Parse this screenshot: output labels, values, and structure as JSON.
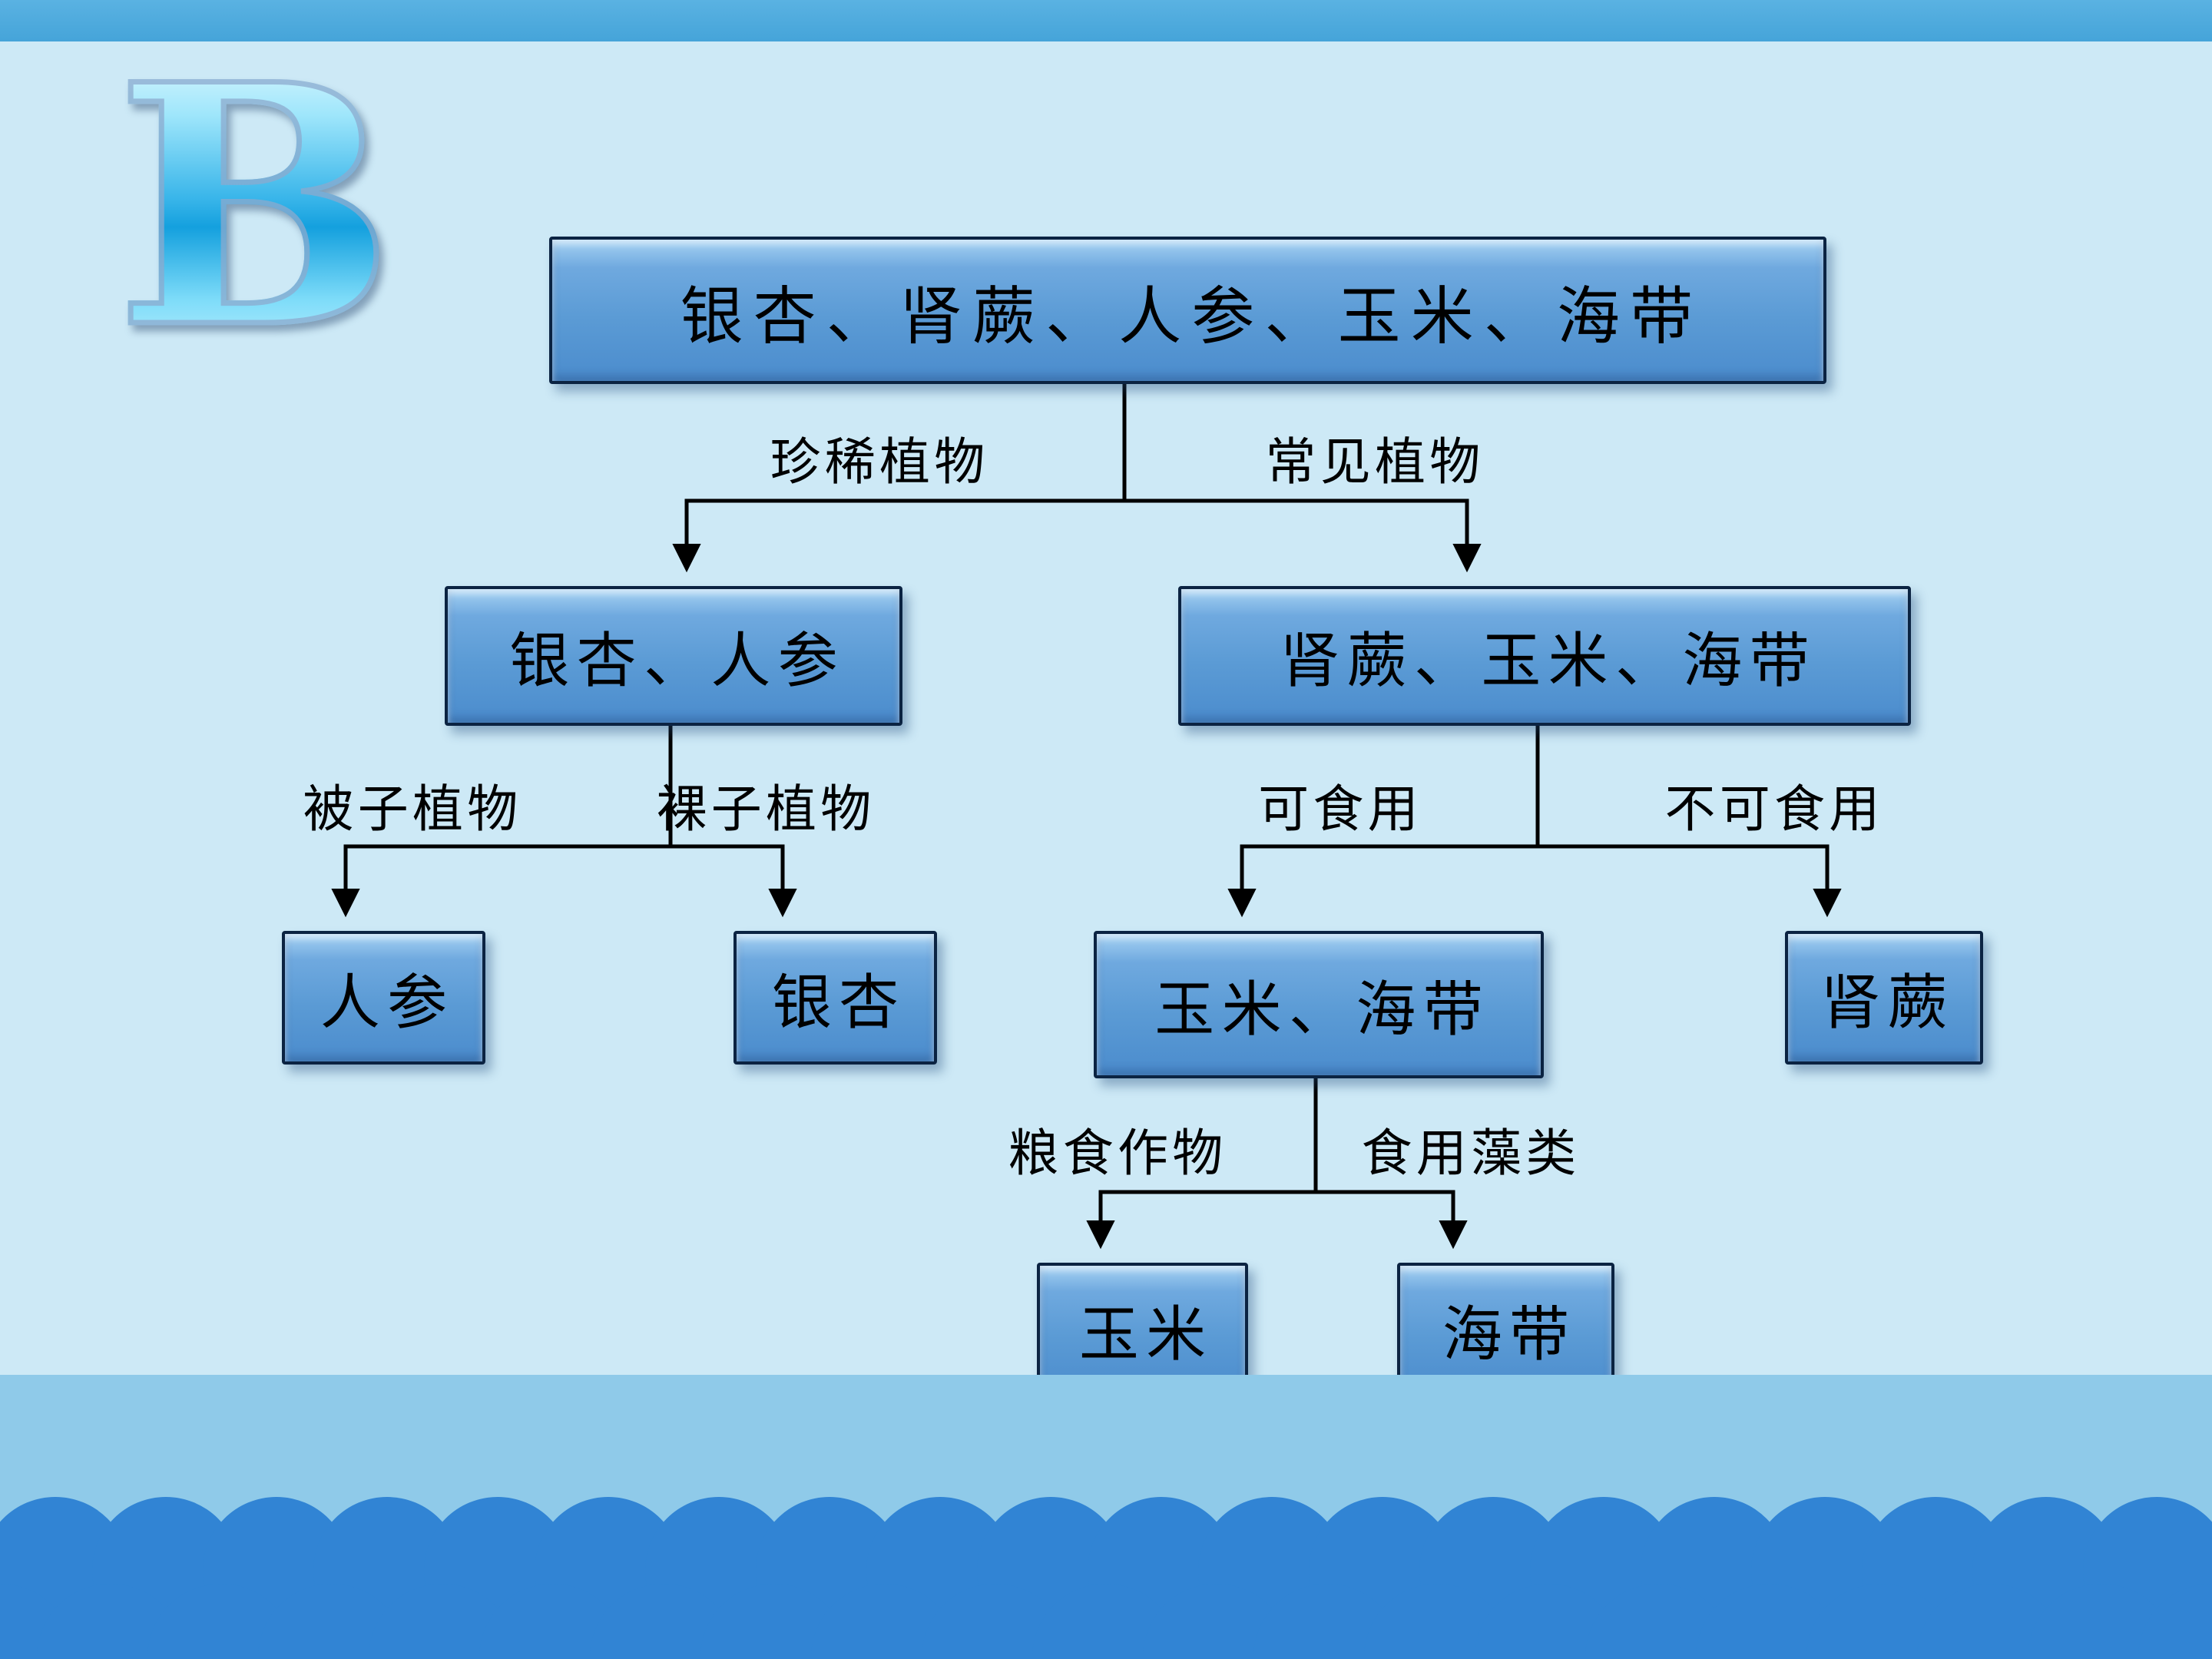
{
  "badge": {
    "letter": "B"
  },
  "tree": {
    "root": {
      "label": "银杏、肾蕨、人参、玉米、海带"
    },
    "level1": {
      "left_label": "珍稀植物",
      "right_label": "常见植物",
      "left_node": "银杏、人参",
      "right_node": "肾蕨、玉米、海带"
    },
    "level2_left": {
      "left_label": "被子植物",
      "right_label": "裸子植物",
      "left_node": "人参",
      "right_node": "银杏"
    },
    "level2_right": {
      "left_label": "可食用",
      "right_label": "不可食用",
      "left_node": "玉米、海带",
      "right_node": "肾蕨"
    },
    "level3": {
      "left_label": "粮食作物",
      "right_label": "食用藻类",
      "left_node": "玉米",
      "right_node": "海带"
    }
  },
  "colors": {
    "background": "#cde9f6",
    "top_bar": "#49a7db",
    "node_fill": "#5b9bd5",
    "node_border": "#0b2342",
    "connector": "#000000",
    "footer_band": "#8fcae9",
    "scallop": "#3184d4",
    "scallop_gap": "#1b5fae",
    "letter_gradient_mid": "#36b4e9"
  }
}
